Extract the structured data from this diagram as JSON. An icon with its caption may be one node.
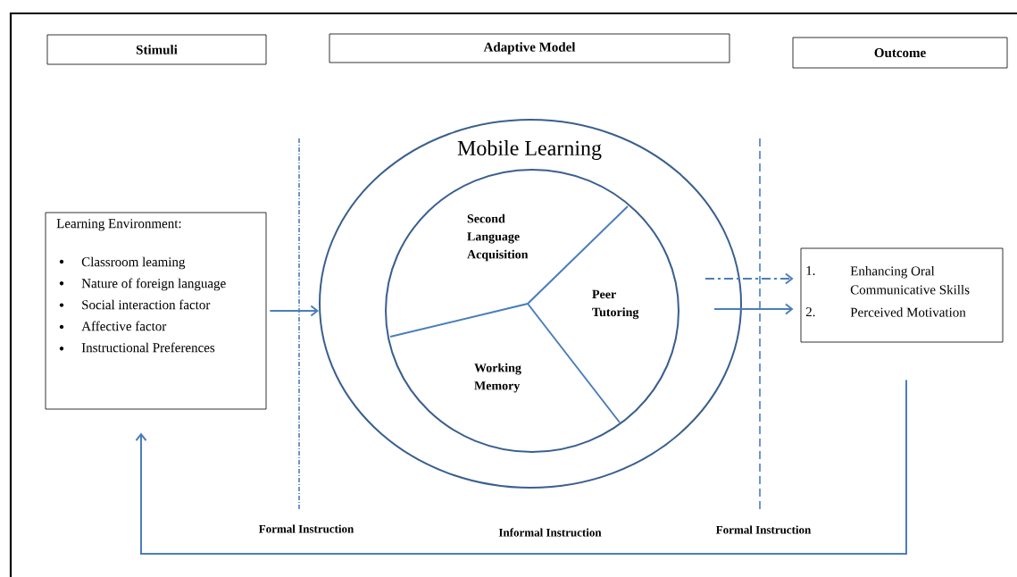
{
  "diagram": {
    "nodes": [
      {
        "text": [
          "Stimuli"
        ]
      },
      {
        "text": [
          "Adaptive Model"
        ]
      },
      {
        "text": [
          "Outcome"
        ]
      },
      {
        "text": [
          "Learning Environment:",
          "Classroom leaming",
          "Nature of foreign language",
          "Social interaction factor",
          "Affective factor",
          "Instructional Preferences"
        ]
      },
      {
        "text": [
          "Mobile Learning"
        ]
      },
      {
        "text": [],
        "shape": "circle",
        "in": 4
      },
      {
        "text": [
          "Second Language Acquisition"
        ],
        "in": 5
      },
      {
        "text": [
          "Peer Tutoring"
        ],
        "in": 5
      },
      {
        "text": [
          "Working Memory"
        ],
        "in": 5
      },
      {
        "text": [
          "1.",
          "Enhancing Oral Communicative Skills",
          "2.",
          "Perceived Motivation"
        ]
      }
    ],
    "edges": [
      {
        "from": 3,
        "to": 4,
        "arrow": "to"
      },
      {
        "from": 4,
        "to": 9,
        "arrow": "to",
        "style": "dashed"
      },
      {
        "from": 4,
        "to": 9,
        "arrow": "to"
      },
      {
        "from": 9,
        "to": 3,
        "arrow": "to"
      }
    ],
    "labels": [
      "Formal Instruction",
      "Informal Instruction",
      "Formal Instruction"
    ]
  }
}
